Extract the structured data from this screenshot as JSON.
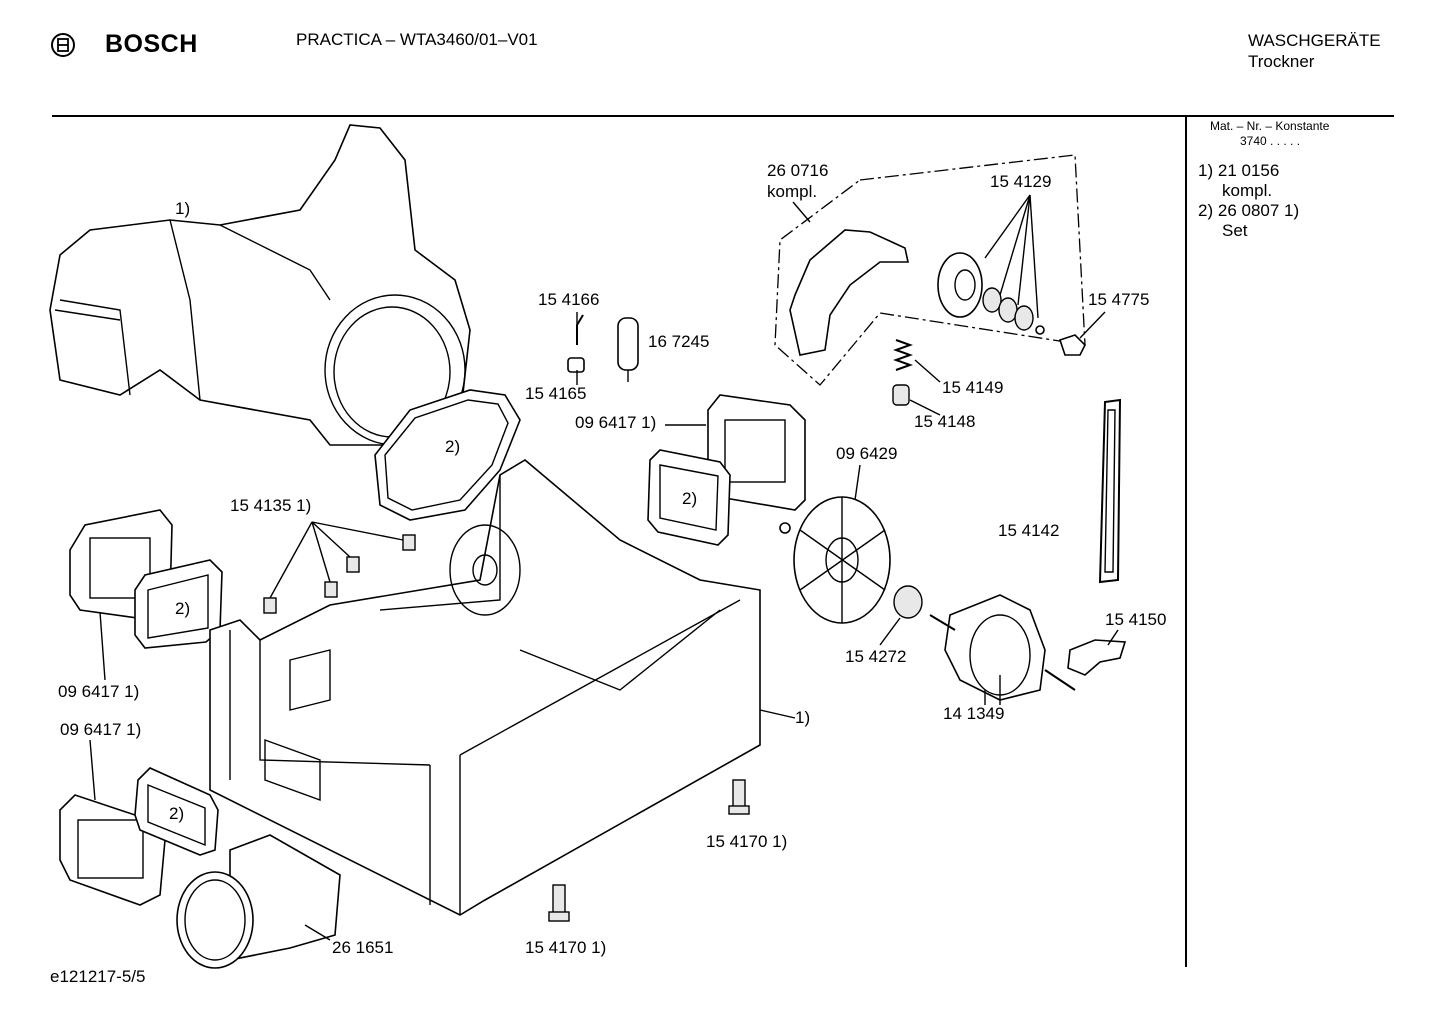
{
  "header": {
    "brand": "BOSCH",
    "model": "PRACTICA – WTA3460/01–V01",
    "category": "WASCHGERÄTE",
    "subcategory": "Trockner"
  },
  "mat_info": {
    "line1": "Mat. – Nr. – Konstante",
    "line2": "3740  .  .  .  .  ."
  },
  "notes": [
    {
      "num": "1)",
      "text": "21 0156",
      "sub": "kompl."
    },
    {
      "num": "2)",
      "text": "26 0807 1)",
      "sub": "Set"
    }
  ],
  "footer": "e121217-5/5",
  "labels": {
    "duct_top": "1)",
    "gasket_top": "2)",
    "p154166": "15 4166",
    "p167245": "16 7245",
    "p154165": "15 4165",
    "p096417_a": "09 6417 1)",
    "gasket_a": "2)",
    "p154135": "15 4135 1)",
    "p096417_b": "09 6417 1)",
    "gasket_b": "2)",
    "p096417_c": "09 6417 1)",
    "gasket_c": "2)",
    "p261651": "26 1651",
    "p154170_a": "15 4170 1)",
    "p154170_b": "15 4170 1)",
    "base": "1)",
    "p260716": "26 0716",
    "p260716_sub": "kompl.",
    "p154129": "15 4129",
    "p154775": "15 4775",
    "p154149": "15 4149",
    "p154148": "15 4148",
    "p096429": "09 6429",
    "p154142": "15 4142",
    "p154272": "15 4272",
    "p154150": "15 4150",
    "p141349": "14 1349"
  }
}
